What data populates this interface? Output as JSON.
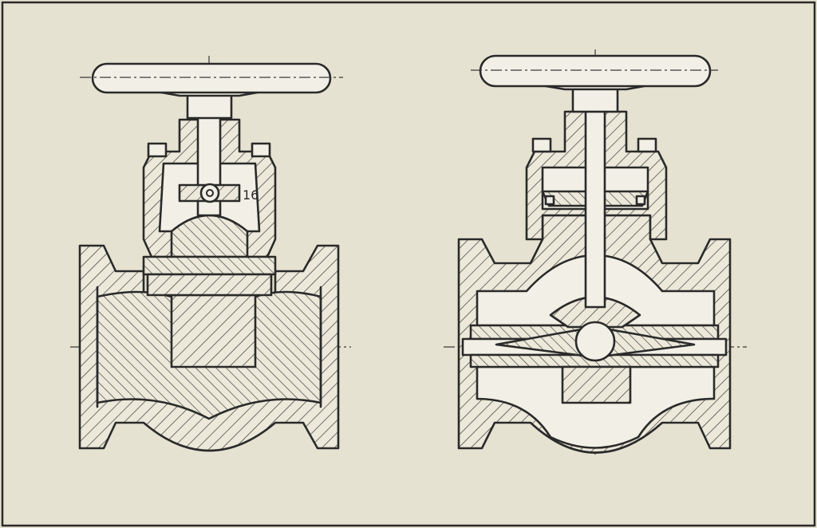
{
  "drawing": {
    "background": "#e6e2d1",
    "line_color": "#2a2a2a",
    "views": [
      {
        "id": "left",
        "part_label": "16"
      },
      {
        "id": "right"
      }
    ]
  }
}
